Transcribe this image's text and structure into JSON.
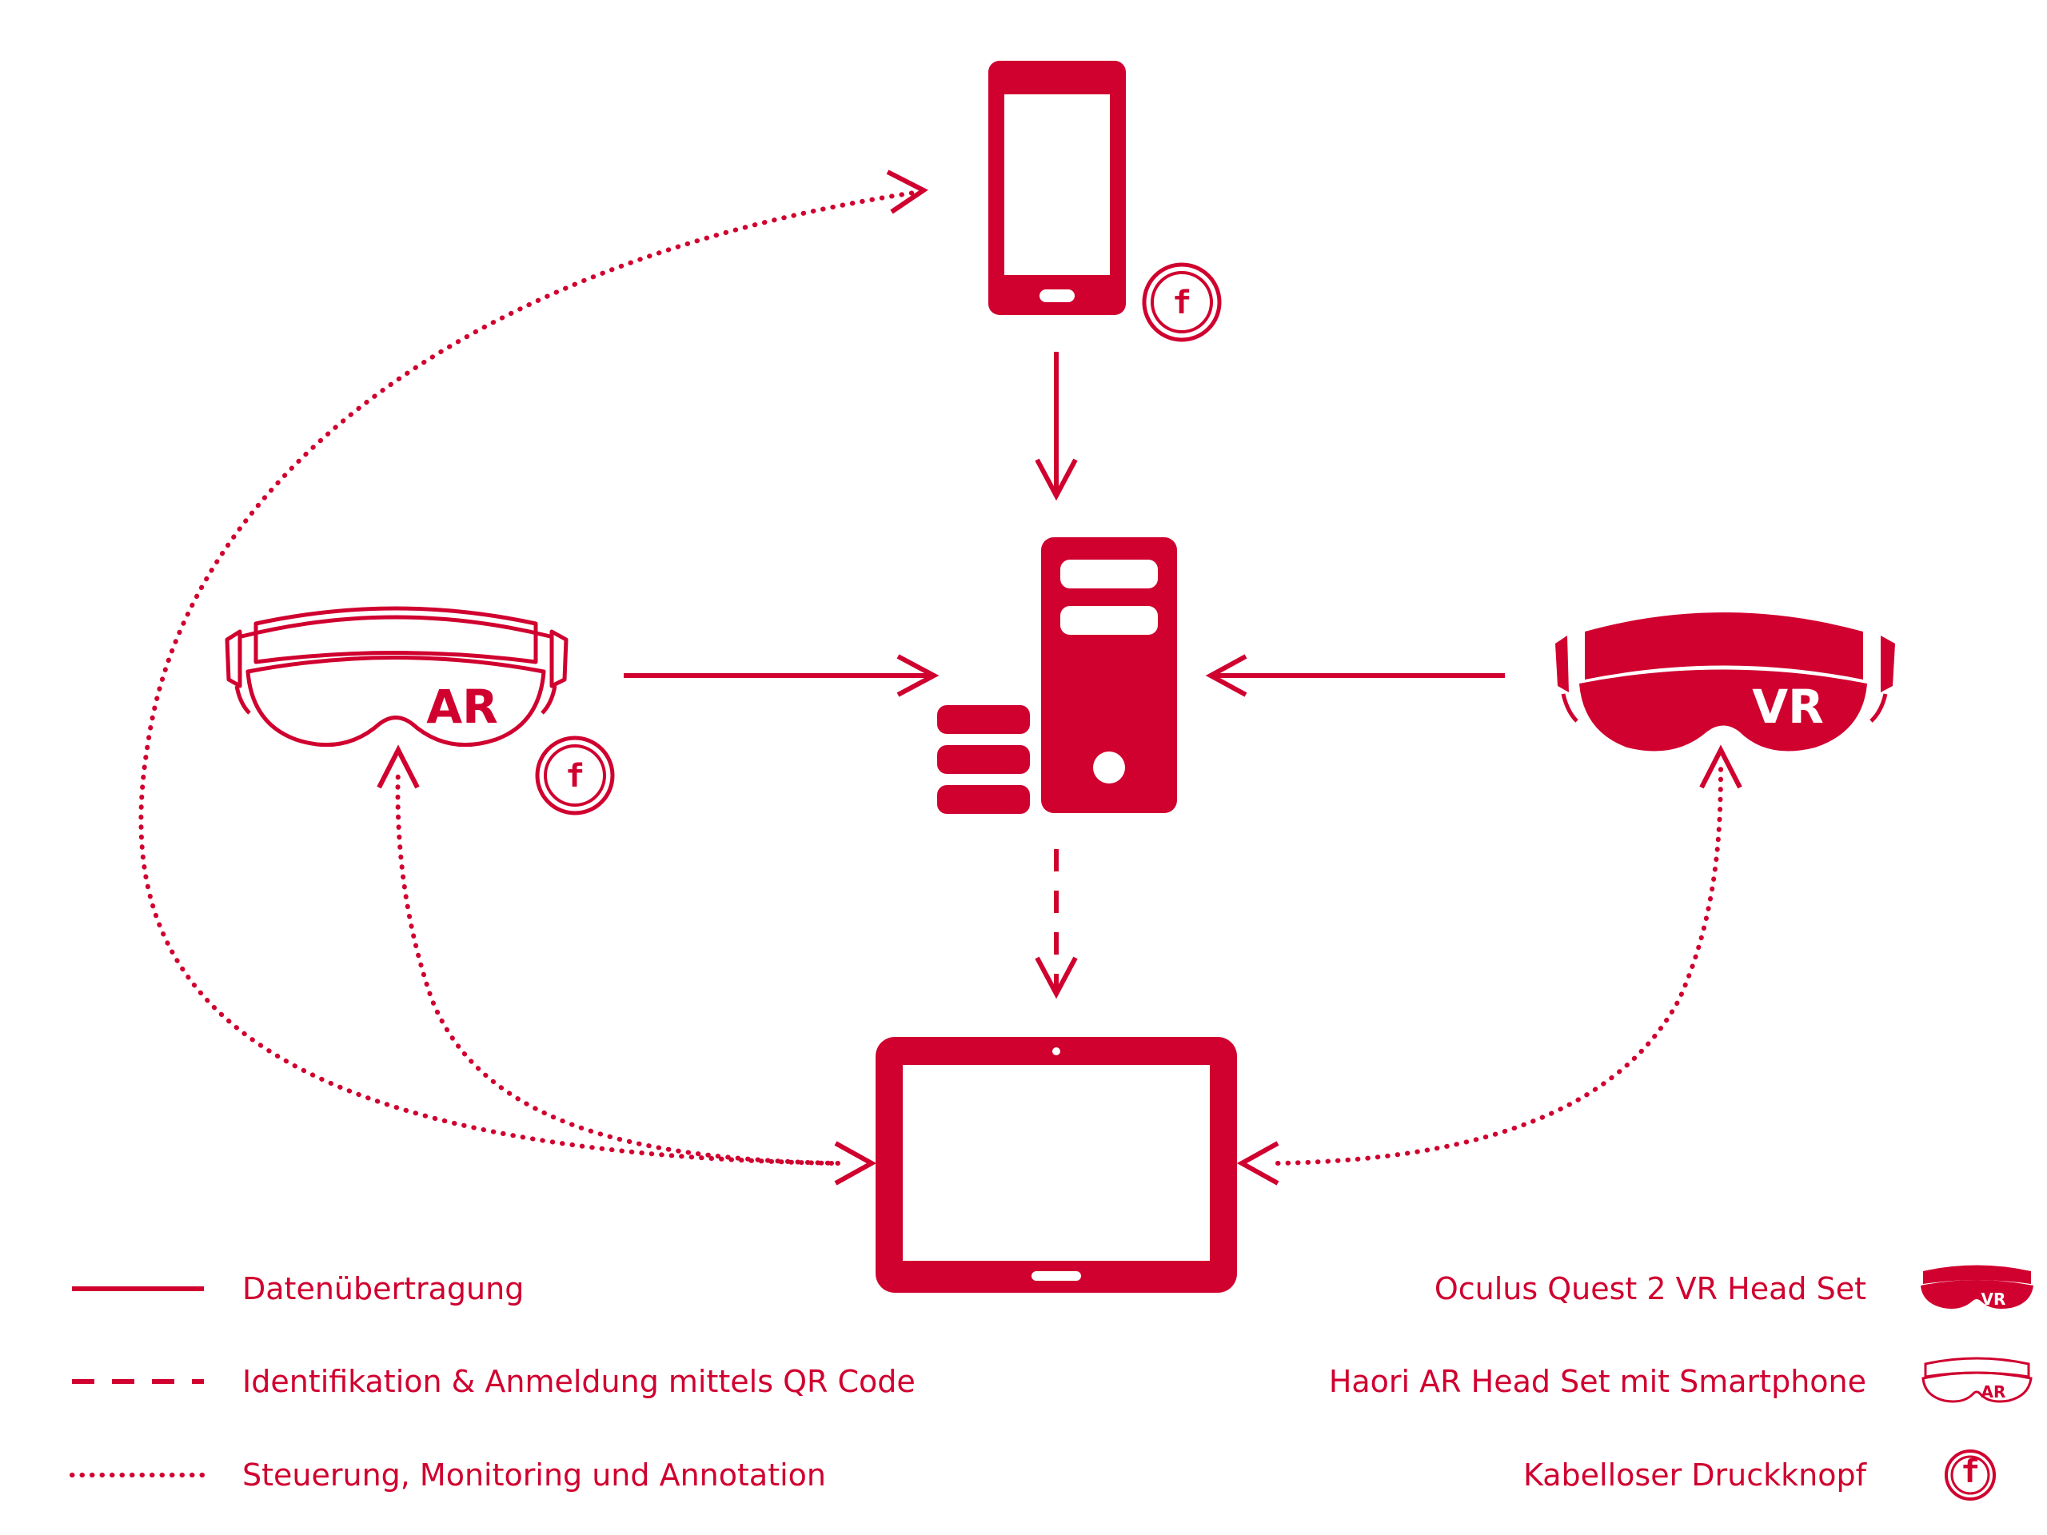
{
  "colors": {
    "accent": "#d0002f",
    "background": "#ffffff"
  },
  "devices": {
    "ar_headset": {
      "label": "AR",
      "icon": "ar-headset-icon"
    },
    "vr_headset": {
      "label": "VR",
      "icon": "vr-headset-icon"
    },
    "smartphone": {
      "icon": "smartphone-icon"
    },
    "server": {
      "icon": "server-icon"
    },
    "tablet": {
      "icon": "tablet-icon"
    },
    "button_badge": {
      "label": "f",
      "icon": "wireless-button-icon"
    }
  },
  "legend": {
    "left": [
      {
        "style": "solid",
        "label": "Datenübertragung"
      },
      {
        "style": "dashed",
        "label": "Identifikation & Anmeldung mittels QR Code"
      },
      {
        "style": "dotted",
        "label": "Steuerung, Monitoring und Annotation"
      }
    ],
    "right": [
      {
        "icon": "vr-headset-icon",
        "label": "Oculus Quest 2 VR Head Set",
        "icon_text": "VR"
      },
      {
        "icon": "ar-headset-icon",
        "label": "Haori AR Head Set mit Smartphone",
        "icon_text": "AR"
      },
      {
        "icon": "wireless-button-icon",
        "label": "Kabelloser Druckknopf",
        "icon_text": "f"
      }
    ]
  }
}
